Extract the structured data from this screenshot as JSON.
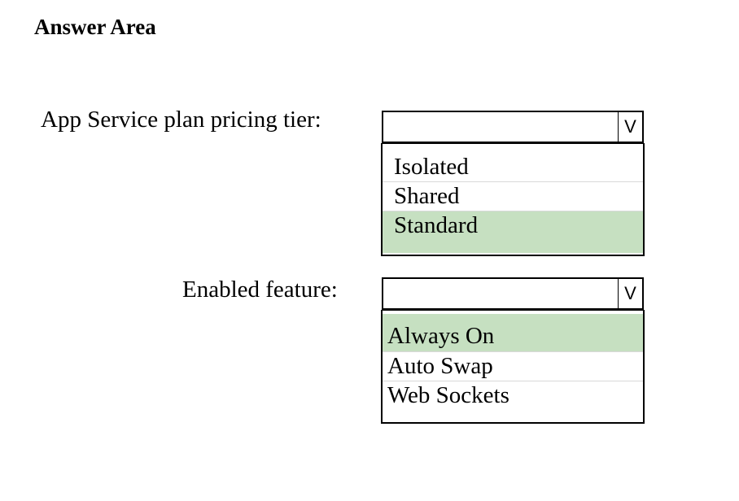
{
  "answer_area": {
    "title": "Answer Area"
  },
  "pricing_tier": {
    "label": "App Service plan pricing tier:",
    "dropdown_icon": "chevron-down-icon",
    "options": [
      "Isolated",
      "Shared",
      "Standard"
    ],
    "selected": "Standard"
  },
  "enabled_feature": {
    "label": "Enabled feature:",
    "dropdown_icon": "chevron-down-icon",
    "options": [
      "Always On",
      "Auto Swap",
      "Web Sockets"
    ],
    "selected": "Always On"
  },
  "colors": {
    "selected_highlight": "#c6e0c1",
    "border": "#000000"
  }
}
